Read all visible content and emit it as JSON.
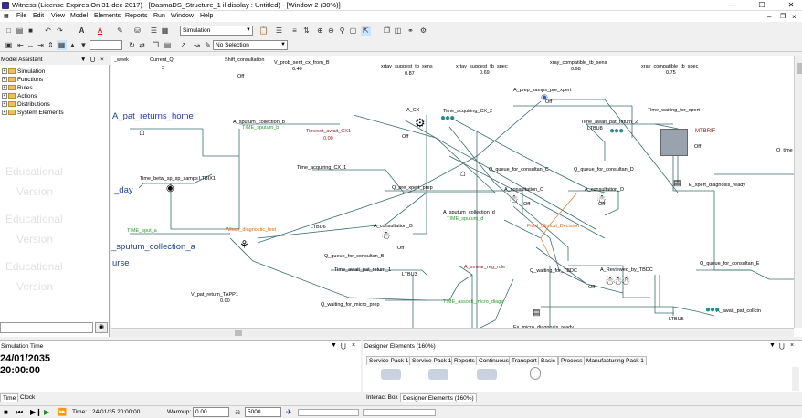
{
  "window": {
    "title": "Witness (License Expires On 31-dec-2017) - [DasmaDS_Structure_1 il display : Untitled) - [Window 2 (30%)]"
  },
  "menu": [
    "File",
    "Edit",
    "View",
    "Model",
    "Elements",
    "Reports",
    "Run",
    "Window",
    "Help"
  ],
  "toolbar": {
    "mode_select": "Simulation",
    "selection_select": "No Selection"
  },
  "assistant": {
    "title": "Model Assistant",
    "items": [
      "Simulation",
      "Functions",
      "Rules",
      "Actions",
      "Distributions",
      "System Elements"
    ]
  },
  "watermark": [
    "Educational",
    "Version"
  ],
  "canvas": {
    "top_labels": [
      {
        "text": "_week"
      },
      {
        "text": "Current_Q"
      },
      {
        "text": "2"
      },
      {
        "text": "Shift_consultation"
      },
      {
        "text": "Off"
      },
      {
        "text": "V_prob_sent_cx_from_B"
      },
      {
        "text": "0.40"
      },
      {
        "text": "xrtay_suggest_tb_sens"
      },
      {
        "text": "0.87"
      },
      {
        "text": "xrtay_suggest_tb_spec"
      },
      {
        "text": "0.69"
      },
      {
        "text": "xray_compatible_tb_sens"
      },
      {
        "text": "0.98"
      },
      {
        "text": "xray_compatible_tb_spec"
      },
      {
        "text": "0.75"
      }
    ],
    "big_labels": [
      "A_pat_returns_home",
      "_day",
      "_sputum_collection_a",
      "urse"
    ],
    "labels": [
      {
        "text": "A_sputum_collection_b",
        "cls": "cl"
      },
      {
        "text": "TIME_sputum_b",
        "cls": "cgreen"
      },
      {
        "text": "Timeset_await_CX1",
        "cls": "cred"
      },
      {
        "text": "0.00",
        "cls": "cred"
      },
      {
        "text": "Time_acquiring_CX_1",
        "cls": "cl"
      },
      {
        "text": "Time_betw_sp_sp_samps",
        "cls": "cl"
      },
      {
        "text": "LTBIX1",
        "cls": "cl"
      },
      {
        "text": "TIME_sput_a",
        "cls": "cgreen"
      },
      {
        "text": "Which_diagnostic_test",
        "cls": "corange"
      },
      {
        "text": "A_CX",
        "cls": "cl"
      },
      {
        "text": "Off",
        "cls": "cl"
      },
      {
        "text": "Time_acquiring_CX_2",
        "cls": "cl"
      },
      {
        "text": "A_prep_samps_pre_xpert",
        "cls": "cl"
      },
      {
        "text": "Off",
        "cls": "cl"
      },
      {
        "text": "Time_waiting_for_xpert",
        "cls": "cl"
      },
      {
        "text": "LTBU8",
        "cls": "cl"
      },
      {
        "text": "Time_await_pat_return_2",
        "cls": "cl"
      },
      {
        "text": "MTBRIF",
        "cls": "cred"
      },
      {
        "text": "Off",
        "cls": "cl"
      },
      {
        "text": "Q_time",
        "cls": "cl"
      },
      {
        "text": "Q_queue_for_consultan_C",
        "cls": "cl"
      },
      {
        "text": "Q_queue_for_consultan_D",
        "cls": "cl"
      },
      {
        "text": "E_xpert_diagnosis_ready",
        "cls": "cl"
      },
      {
        "text": "Q_pre_xpert_prep",
        "cls": "cl"
      },
      {
        "text": "A_consultation_C",
        "cls": "cl"
      },
      {
        "text": "Off",
        "cls": "cl"
      },
      {
        "text": "A_consultation_D",
        "cls": "cl"
      },
      {
        "text": "Off",
        "cls": "cl"
      },
      {
        "text": "A_sputum_collection_d",
        "cls": "cl"
      },
      {
        "text": "TIME_sputum_d",
        "cls": "cgreen"
      },
      {
        "text": "A_consultation_B",
        "cls": "cl"
      },
      {
        "text": "Off",
        "cls": "cl"
      },
      {
        "text": "Final_Clinical_Decision",
        "cls": "corange"
      },
      {
        "text": "LTBU6",
        "cls": "cl"
      },
      {
        "text": "Q_queue_for_consultan_B",
        "cls": "cl"
      },
      {
        "text": "Time_await_pat_return_1",
        "cls": "cl"
      },
      {
        "text": "LTBU3",
        "cls": "cl"
      },
      {
        "text": "A_smear_reg_rule",
        "cls": "cred"
      },
      {
        "text": "Q_waiting_for_TBDC",
        "cls": "cl"
      },
      {
        "text": "A_Reviewed_by_TBDC",
        "cls": "cl"
      },
      {
        "text": "Off",
        "cls": "cl"
      },
      {
        "text": "Q_queue_for_consultan_E",
        "cls": "cl"
      },
      {
        "text": "V_pat_return_TAPP1",
        "cls": "cl"
      },
      {
        "text": "0.00",
        "cls": "cl"
      },
      {
        "text": "TIME_associt_micro_diags",
        "cls": "cgreen"
      },
      {
        "text": "Q_waiting_for_micro_prep",
        "cls": "cl"
      },
      {
        "text": "Ex_micro_diagnosis_ready",
        "cls": "cl"
      },
      {
        "text": "LTBU5",
        "cls": "cl"
      },
      {
        "text": "A_await_pat_collctn",
        "cls": "cl"
      }
    ]
  },
  "sim_time": {
    "panel_title": "Simulation Time",
    "date": "24/01/2035",
    "time": "20:00:00"
  },
  "designer": {
    "panel_title": "Designer Elements (160%)",
    "tabs": [
      "Service Pack 1",
      "Service Pack 1",
      "Reports",
      "Continuous",
      "Transport",
      "Basic",
      "Process",
      "Manufacturing Pack 1"
    ]
  },
  "bottom_tabs_left": [
    "Time",
    "Clock"
  ],
  "bottom_tabs_right": [
    "Interact Box",
    "Designer Elements (160%)"
  ],
  "status": {
    "time_label": "Time:",
    "time_value": "24/01/35 20:00:00",
    "warmup_label": "Warmup:",
    "warmup_value": "0.00",
    "steps_value": "5000"
  }
}
